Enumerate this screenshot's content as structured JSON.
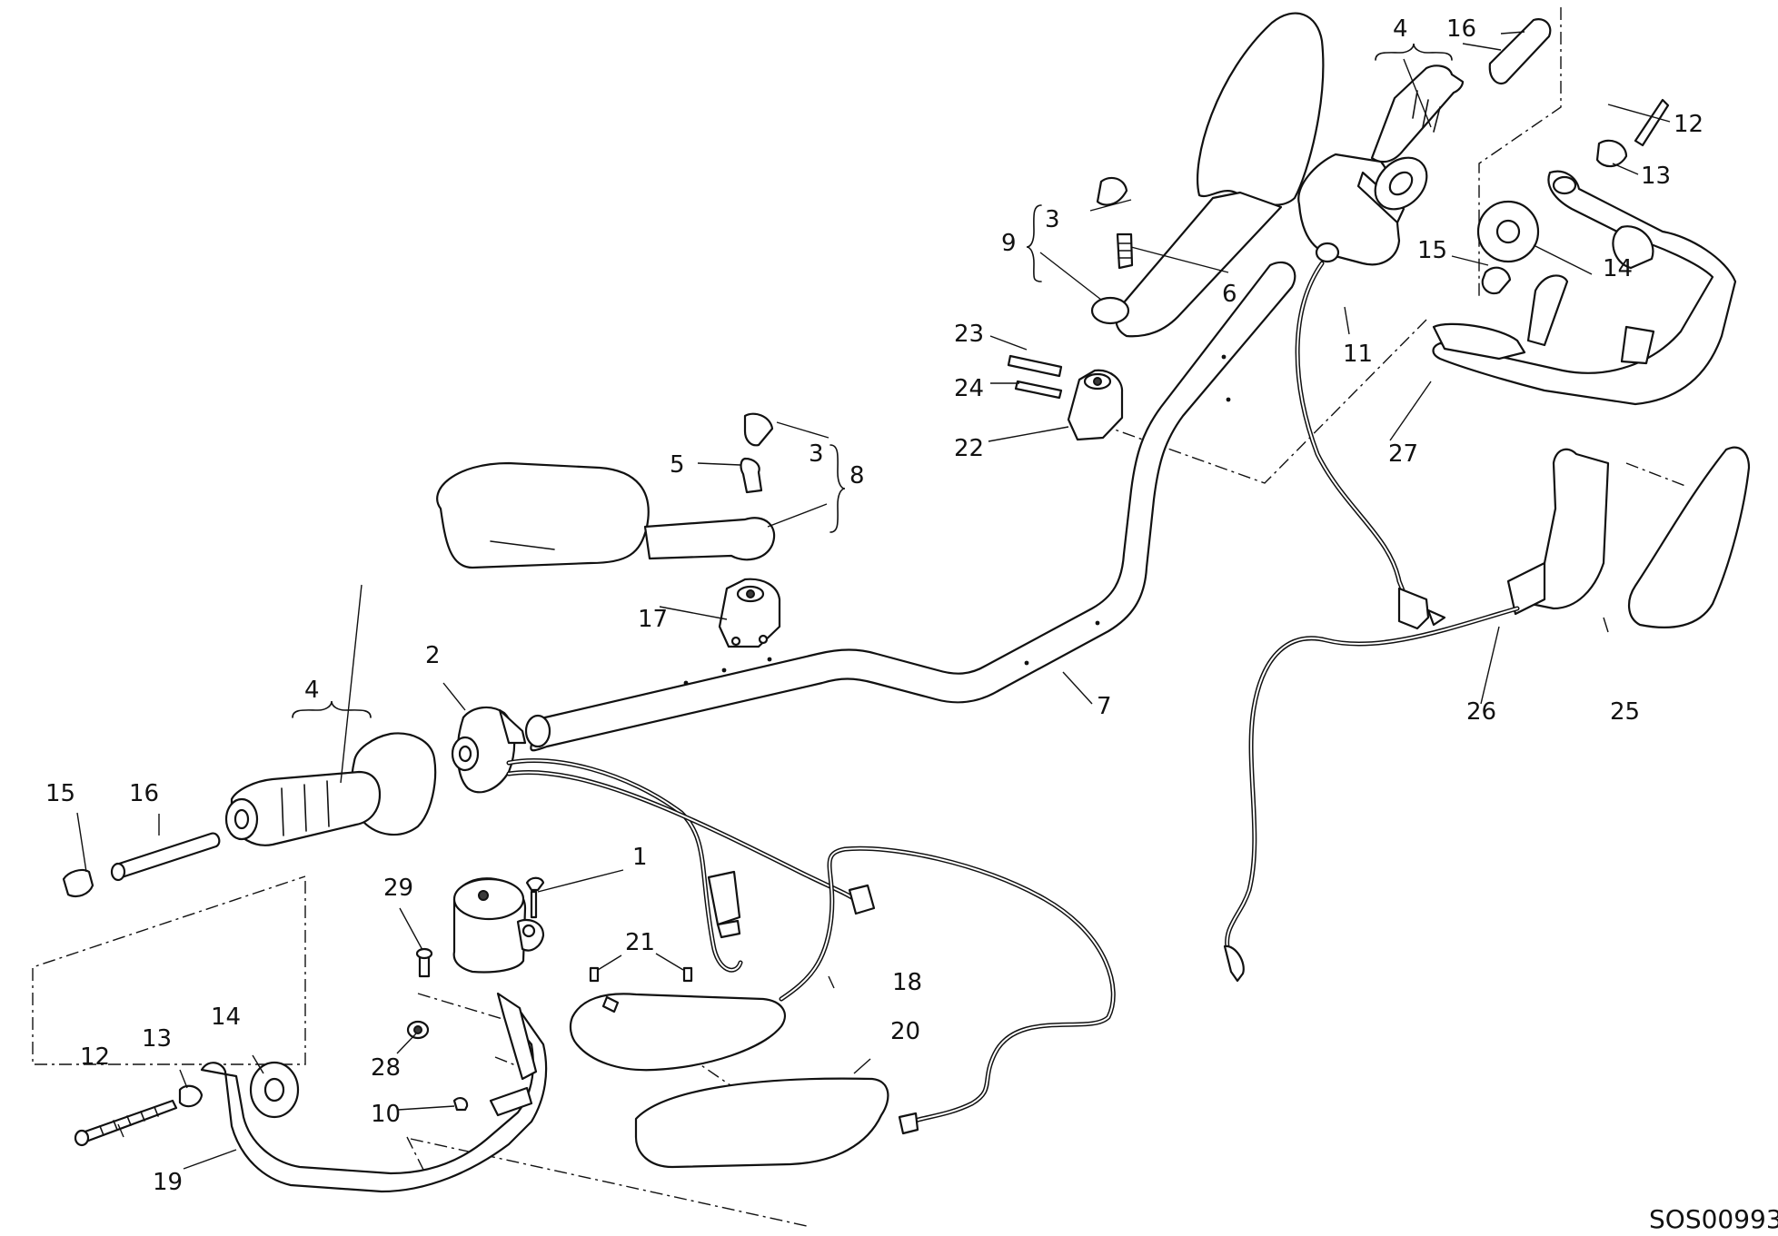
{
  "diagram": {
    "reference_code": "SOS00993",
    "callouts": {
      "c1": "1",
      "c2": "2",
      "c3a": "3",
      "c3b": "3",
      "c4a": "4",
      "c4b": "4",
      "c5": "5",
      "c6": "6",
      "c7": "7",
      "c8": "8",
      "c9": "9",
      "c10": "10",
      "c11": "11",
      "c12a": "12",
      "c12b": "12",
      "c13a": "13",
      "c13b": "13",
      "c14a": "14",
      "c14b": "14",
      "c15a": "15",
      "c15b": "15",
      "c16a": "16",
      "c16b": "16",
      "c17": "17",
      "c18": "18",
      "c19": "19",
      "c20": "20",
      "c21": "21",
      "c22": "22",
      "c23": "23",
      "c24": "24",
      "c25": "25",
      "c26": "26",
      "c27": "27",
      "c28": "28",
      "c29": "29"
    }
  }
}
